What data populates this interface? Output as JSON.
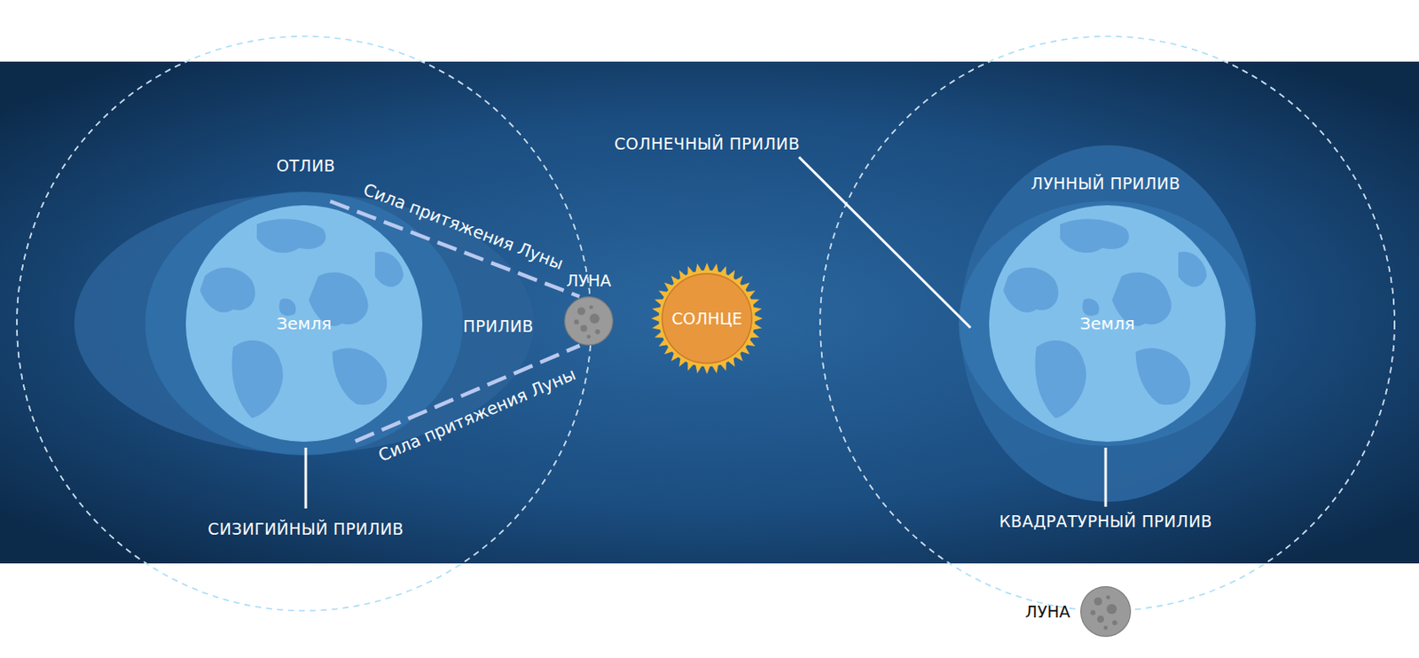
{
  "diagram": {
    "nodes": [
      {
        "text": [
          "Земля"
        ]
      },
      {
        "text": [
          "ЛУНА"
        ]
      },
      {
        "text": [
          "СОЛНЦЕ"
        ]
      },
      {
        "text": [
          "Земля"
        ]
      },
      {
        "text": [
          "ЛУНА"
        ]
      }
    ],
    "edges": [
      {
        "from": 1,
        "to": 0,
        "arrow": "none",
        "label": "Сила притяжения Луны"
      },
      {
        "from": 1,
        "to": 0,
        "arrow": "none",
        "label": "Сила притяжения Луны"
      }
    ],
    "labels": [
      "ОТЛИВ",
      "ПРИЛИВ",
      "СИЗИГИЙНЫЙ ПРИЛИВ",
      "СОЛНЕЧНЫЙ ПРИЛИВ",
      "ЛУННЫЙ ПРИЛИВ",
      "КВАДРАТУРНЫЙ ПРИЛИВ"
    ]
  }
}
